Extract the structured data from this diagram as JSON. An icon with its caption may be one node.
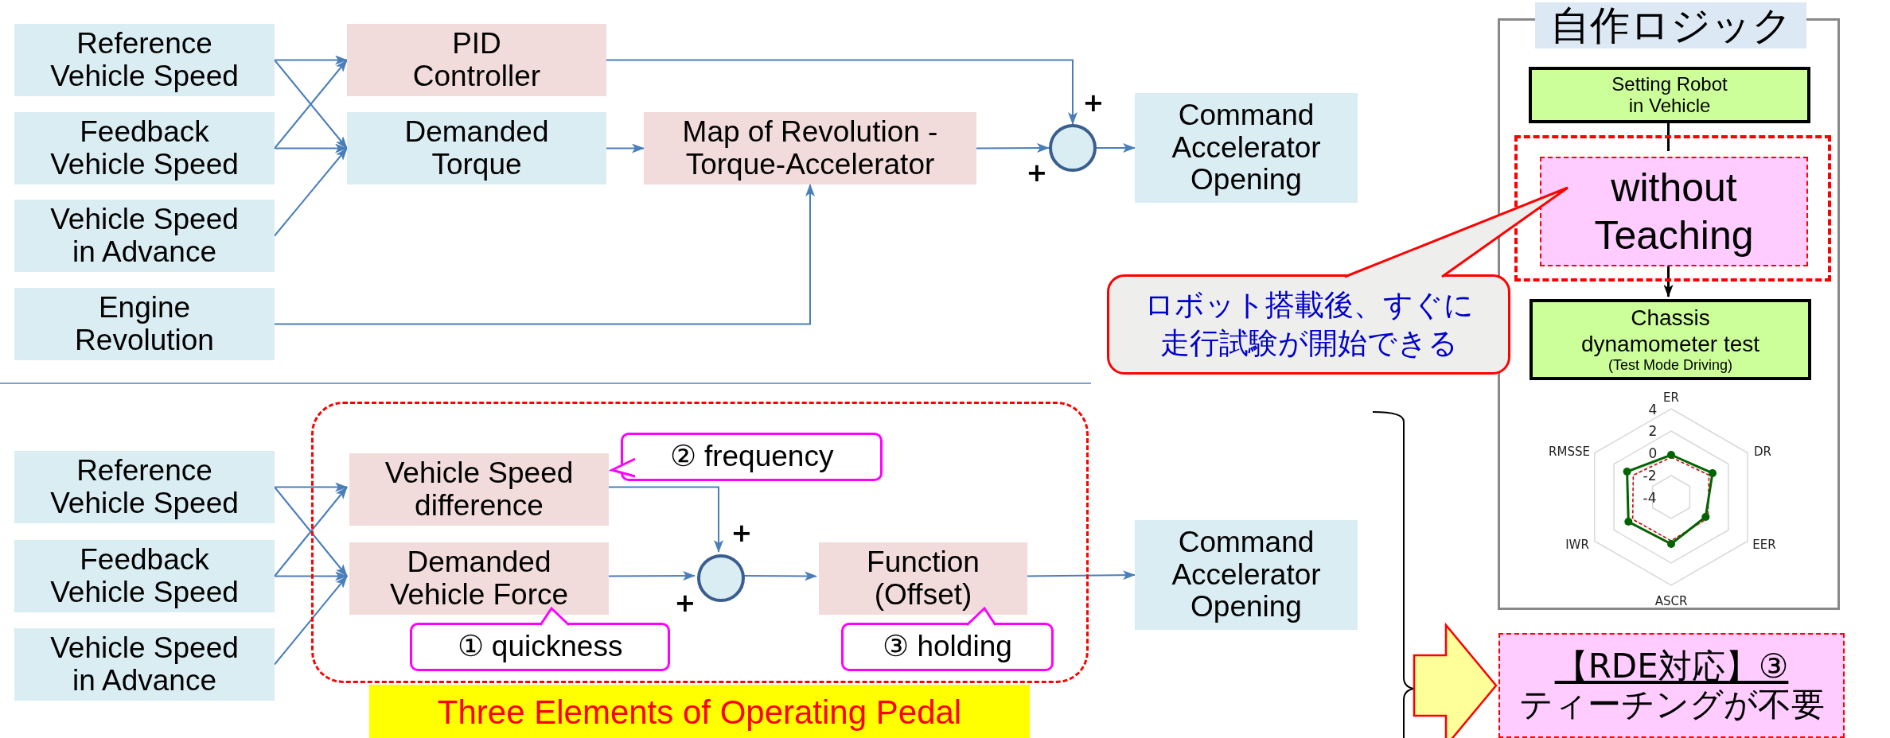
{
  "diagram": {
    "nodes": [
      {
        "text": [
          "Reference Vehicle Speed"
        ]
      },
      {
        "text": [
          "Feedback Vehicle Speed"
        ]
      },
      {
        "text": [
          "Vehicle Speed in Advance"
        ]
      },
      {
        "text": [
          "Engine Revolution"
        ]
      },
      {
        "text": [
          "PID Controller"
        ]
      },
      {
        "text": [
          "Demanded Torque"
        ]
      },
      {
        "text": [
          "Map of Revolution -Torque-Accelerator"
        ]
      },
      {
        "text": [],
        "shape": "circle"
      },
      {
        "text": [
          "Command Accelerator Opening"
        ]
      },
      {
        "text": [
          "Three Elements of Operating Pedal"
        ]
      },
      {
        "text": [
          "Reference Vehicle Speed"
        ]
      },
      {
        "text": [
          "Feedback Vehicle Speed"
        ]
      },
      {
        "text": [
          "Vehicle Speed in Advance"
        ]
      },
      {
        "text": [
          "Vehicle Speed difference"
        ],
        "in": 9
      },
      {
        "text": [
          "Demanded Vehicle Force"
        ],
        "in": 9
      },
      {
        "text": [],
        "shape": "circle",
        "in": 9
      },
      {
        "text": [
          "Function (Offset)"
        ],
        "in": 9
      },
      {
        "text": [
          "② frequency"
        ],
        "in": 9
      },
      {
        "text": [
          "① quickness"
        ],
        "in": 9
      },
      {
        "text": [
          "③ holding"
        ],
        "in": 9
      },
      {
        "text": [
          "Command Accelerator Opening"
        ]
      },
      {
        "text": [
          "自作ロジック"
        ]
      },
      {
        "text": [
          "Setting Robot in Vehicle"
        ],
        "in": 21
      },
      {
        "text": [],
        "shape": "box",
        "in": 21
      },
      {
        "text": [
          "without Teaching"
        ],
        "in": 23
      },
      {
        "text": [
          "Chassis dynamometer test",
          "(Test Mode Driving)"
        ],
        "in": 21
      },
      {
        "text": [
          "ロボット搭載後、すぐに走行試験が開始できる"
        ]
      },
      {
        "text": [
          "【RDE対応】③",
          "ティーチングが不要"
        ]
      }
    ],
    "edges": [
      {
        "from": 0,
        "to": 4,
        "arrow": "to"
      },
      {
        "from": 0,
        "to": 5,
        "arrow": "to"
      },
      {
        "from": 1,
        "to": 4,
        "arrow": "to"
      },
      {
        "from": 1,
        "to": 5,
        "arrow": "to"
      },
      {
        "from": 2,
        "to": 5,
        "arrow": "to"
      },
      {
        "from": 3,
        "to": 6,
        "arrow": "to"
      },
      {
        "from": 4,
        "to": 7,
        "arrow": "to",
        "label": "+"
      },
      {
        "from": 5,
        "to": 6,
        "arrow": "to"
      },
      {
        "from": 6,
        "to": 7,
        "arrow": "to",
        "label": "+"
      },
      {
        "from": 7,
        "to": 8,
        "arrow": "to"
      },
      {
        "from": 10,
        "to": 13,
        "arrow": "to"
      },
      {
        "from": 10,
        "to": 14,
        "arrow": "to"
      },
      {
        "from": 11,
        "to": 13,
        "arrow": "to"
      },
      {
        "from": 11,
        "to": 14,
        "arrow": "to"
      },
      {
        "from": 12,
        "to": 14,
        "arrow": "to"
      },
      {
        "from": 13,
        "to": 15,
        "arrow": "to",
        "label": "+"
      },
      {
        "from": 14,
        "to": 15,
        "arrow": "to",
        "label": "+"
      },
      {
        "from": 15,
        "to": 16,
        "arrow": "to"
      },
      {
        "from": 16,
        "to": 20,
        "arrow": "to"
      },
      {
        "from": 22,
        "to": 24,
        "arrow": "none",
        "color": "#000000"
      },
      {
        "from": 24,
        "to": 25,
        "arrow": "to",
        "color": "#000000"
      },
      {
        "from": null,
        "to": 27,
        "arrow": "to",
        "style": "thick",
        "color": "#ff0000"
      }
    ],
    "labels": [
      "ER",
      "DR",
      "EER",
      "ASCR",
      "IWR",
      "RMSSE",
      "4",
      "2",
      "0",
      "-2",
      "-4"
    ]
  }
}
